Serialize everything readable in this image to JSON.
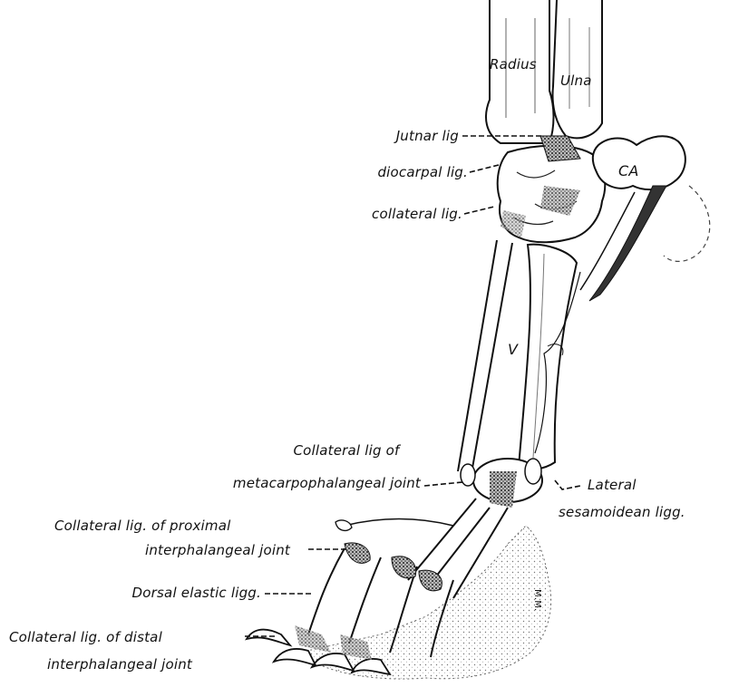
{
  "labels": {
    "radius": "Radius",
    "ulna": "Ulna",
    "ulnar_lig": "Jutnar lig",
    "radiocarpal_lig": "diocarpal lig.",
    "collateral_lig": "collateral lig.",
    "accessory_carpal": "CA",
    "metacarpal_v": "V",
    "mcp_collateral_line1": "Collateral lig of",
    "mcp_collateral_line2": "metacarpophalangeal joint",
    "lateral_sesamoidean_line1": "Lateral",
    "lateral_sesamoidean_line2": "sesamoidean ligg.",
    "pip_collateral_line1": "Collateral lig. of proximal",
    "pip_collateral_line2": "interphalangeal joint",
    "dorsal_elastic": "Dorsal elastic ligg.",
    "dip_collateral_line1": "Collateral lig. of distal",
    "dip_collateral_line2": "interphalangeal joint",
    "signature": "M.M."
  },
  "colors": {
    "ink": "#111111",
    "shade": "#555555",
    "paper": "#ffffff"
  }
}
